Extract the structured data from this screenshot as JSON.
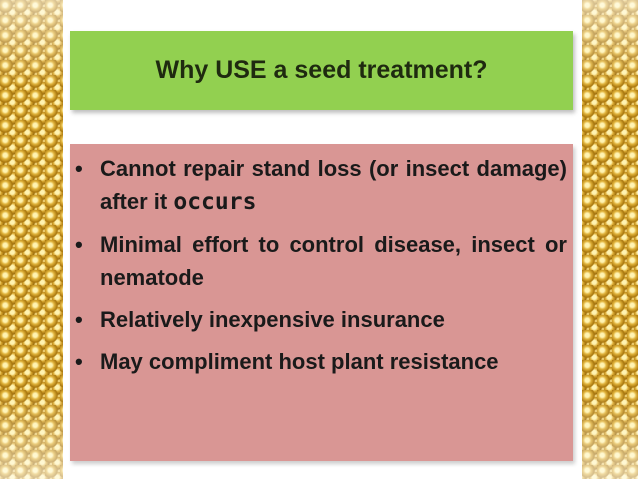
{
  "slide": {
    "title": "Why USE a seed treatment?",
    "bullet_symbol": "•",
    "bullets": [
      {
        "text_a": "Cannot repair stand loss (or insect damage) after it ",
        "text_b": "occurs"
      },
      {
        "text_a": "Minimal effort to control disease, insect or nematode"
      },
      {
        "text_a": "Relatively inexpensive insurance"
      },
      {
        "text_a": "May compliment host plant resistance"
      }
    ]
  },
  "colors": {
    "title_bg": "#92d050",
    "body_bg": "#d99694",
    "seed": "#e0b23a"
  },
  "decor": {
    "left_strip_icon": "seed-pattern-icon",
    "right_strip_icon": "seed-pattern-icon"
  }
}
